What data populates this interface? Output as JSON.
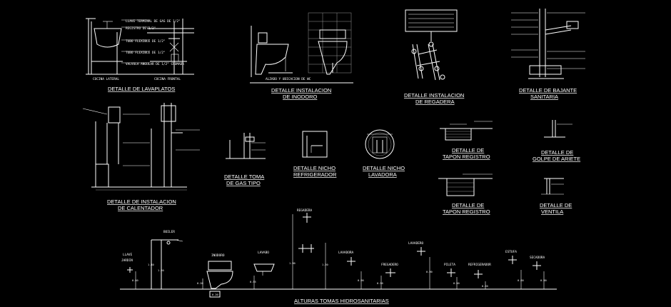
{
  "details": {
    "lavaplatos": {
      "title": "DETALLE DE LAVAPLATOS",
      "views": [
        "COCINA LATERAL",
        "COCINA FRONTAL"
      ],
      "notes": [
        "LLAVE TERMINAL DE GAS DE 1/2\"",
        "REGISTRO DE 1/2\"",
        "TUBO FLEXIBLE DE 1/2\"",
        "TUBO FLEXIBLE DE 1/2\"",
        "VALVULA ANGULAR DE 1/2\" CROMADA"
      ]
    },
    "inodoro": {
      "title_1": "DETALLE INSTALACION",
      "title_2": "DE INODORO",
      "caption": "ALZADO Y UBICACION DE WC"
    },
    "regadera": {
      "title_1": "DETALLE INSTALACION",
      "title_2": "DE REGADERA"
    },
    "bajante": {
      "title_1": "DETALLE DE BAJANTE",
      "title_2": "SANITARIA"
    },
    "calentador": {
      "title_1": "DETALLE DE INSTALACION",
      "title_2": "DE CALENTADOR"
    },
    "toma_gas": {
      "title_1": "DETALLE TOMA",
      "title_2": "DE GAS TIPO"
    },
    "nicho_refrigerador": {
      "title_1": "DETALLE NICHO",
      "title_2": "REFRIGERADOR"
    },
    "nicho_lavadora": {
      "title_1": "DETALLE NICHO",
      "title_2": "LAVADORA"
    },
    "tapon_1": {
      "title_1": "DETALLE DE",
      "title_2": "TAPON REGISTRO"
    },
    "golpe_ariete": {
      "title_1": "DETALLE DE",
      "title_2": "GOLPE DE ARIETE"
    },
    "tapon_2": {
      "title_1": "DETALLE DE",
      "title_2": "TAPON REGISTRO"
    },
    "ventila": {
      "title_1": "DETALLE DE",
      "title_2": "VENTILA"
    }
  },
  "alturas": {
    "title": "ALTURAS TOMAS HIDROSANITARIAS",
    "fixtures": {
      "llave_jardin_1": "LLAVE",
      "llave_jardin_2": "JARDIN",
      "boiler": "BOILER",
      "inodoro": "INODORO",
      "lavabo": "LAVABO",
      "regadera": "REGADERA",
      "lavadora": "LAVADORA",
      "fregadero": "FREGADERO",
      "lavadero": "LAVADERO",
      "pileta": "PILETA",
      "refrigerador": "REFRIGERADOR",
      "estufa": "ESTUFA",
      "secadora": "SECADORA"
    },
    "heights": {
      "llave": "0.40",
      "boiler": "1.40",
      "boiler_2": "1.20",
      "inodoro": "0.20",
      "inodoro_base": "0.20",
      "lavabo": "0.55",
      "regadera": "1.90",
      "regadera_2": "1.20",
      "lavadora": "0.90",
      "fregadero": "0.50",
      "lavadero": "0.90",
      "pileta": "0.50",
      "refrigerador": "0.20",
      "estufa": "0.60",
      "secadora": "0.90"
    }
  }
}
